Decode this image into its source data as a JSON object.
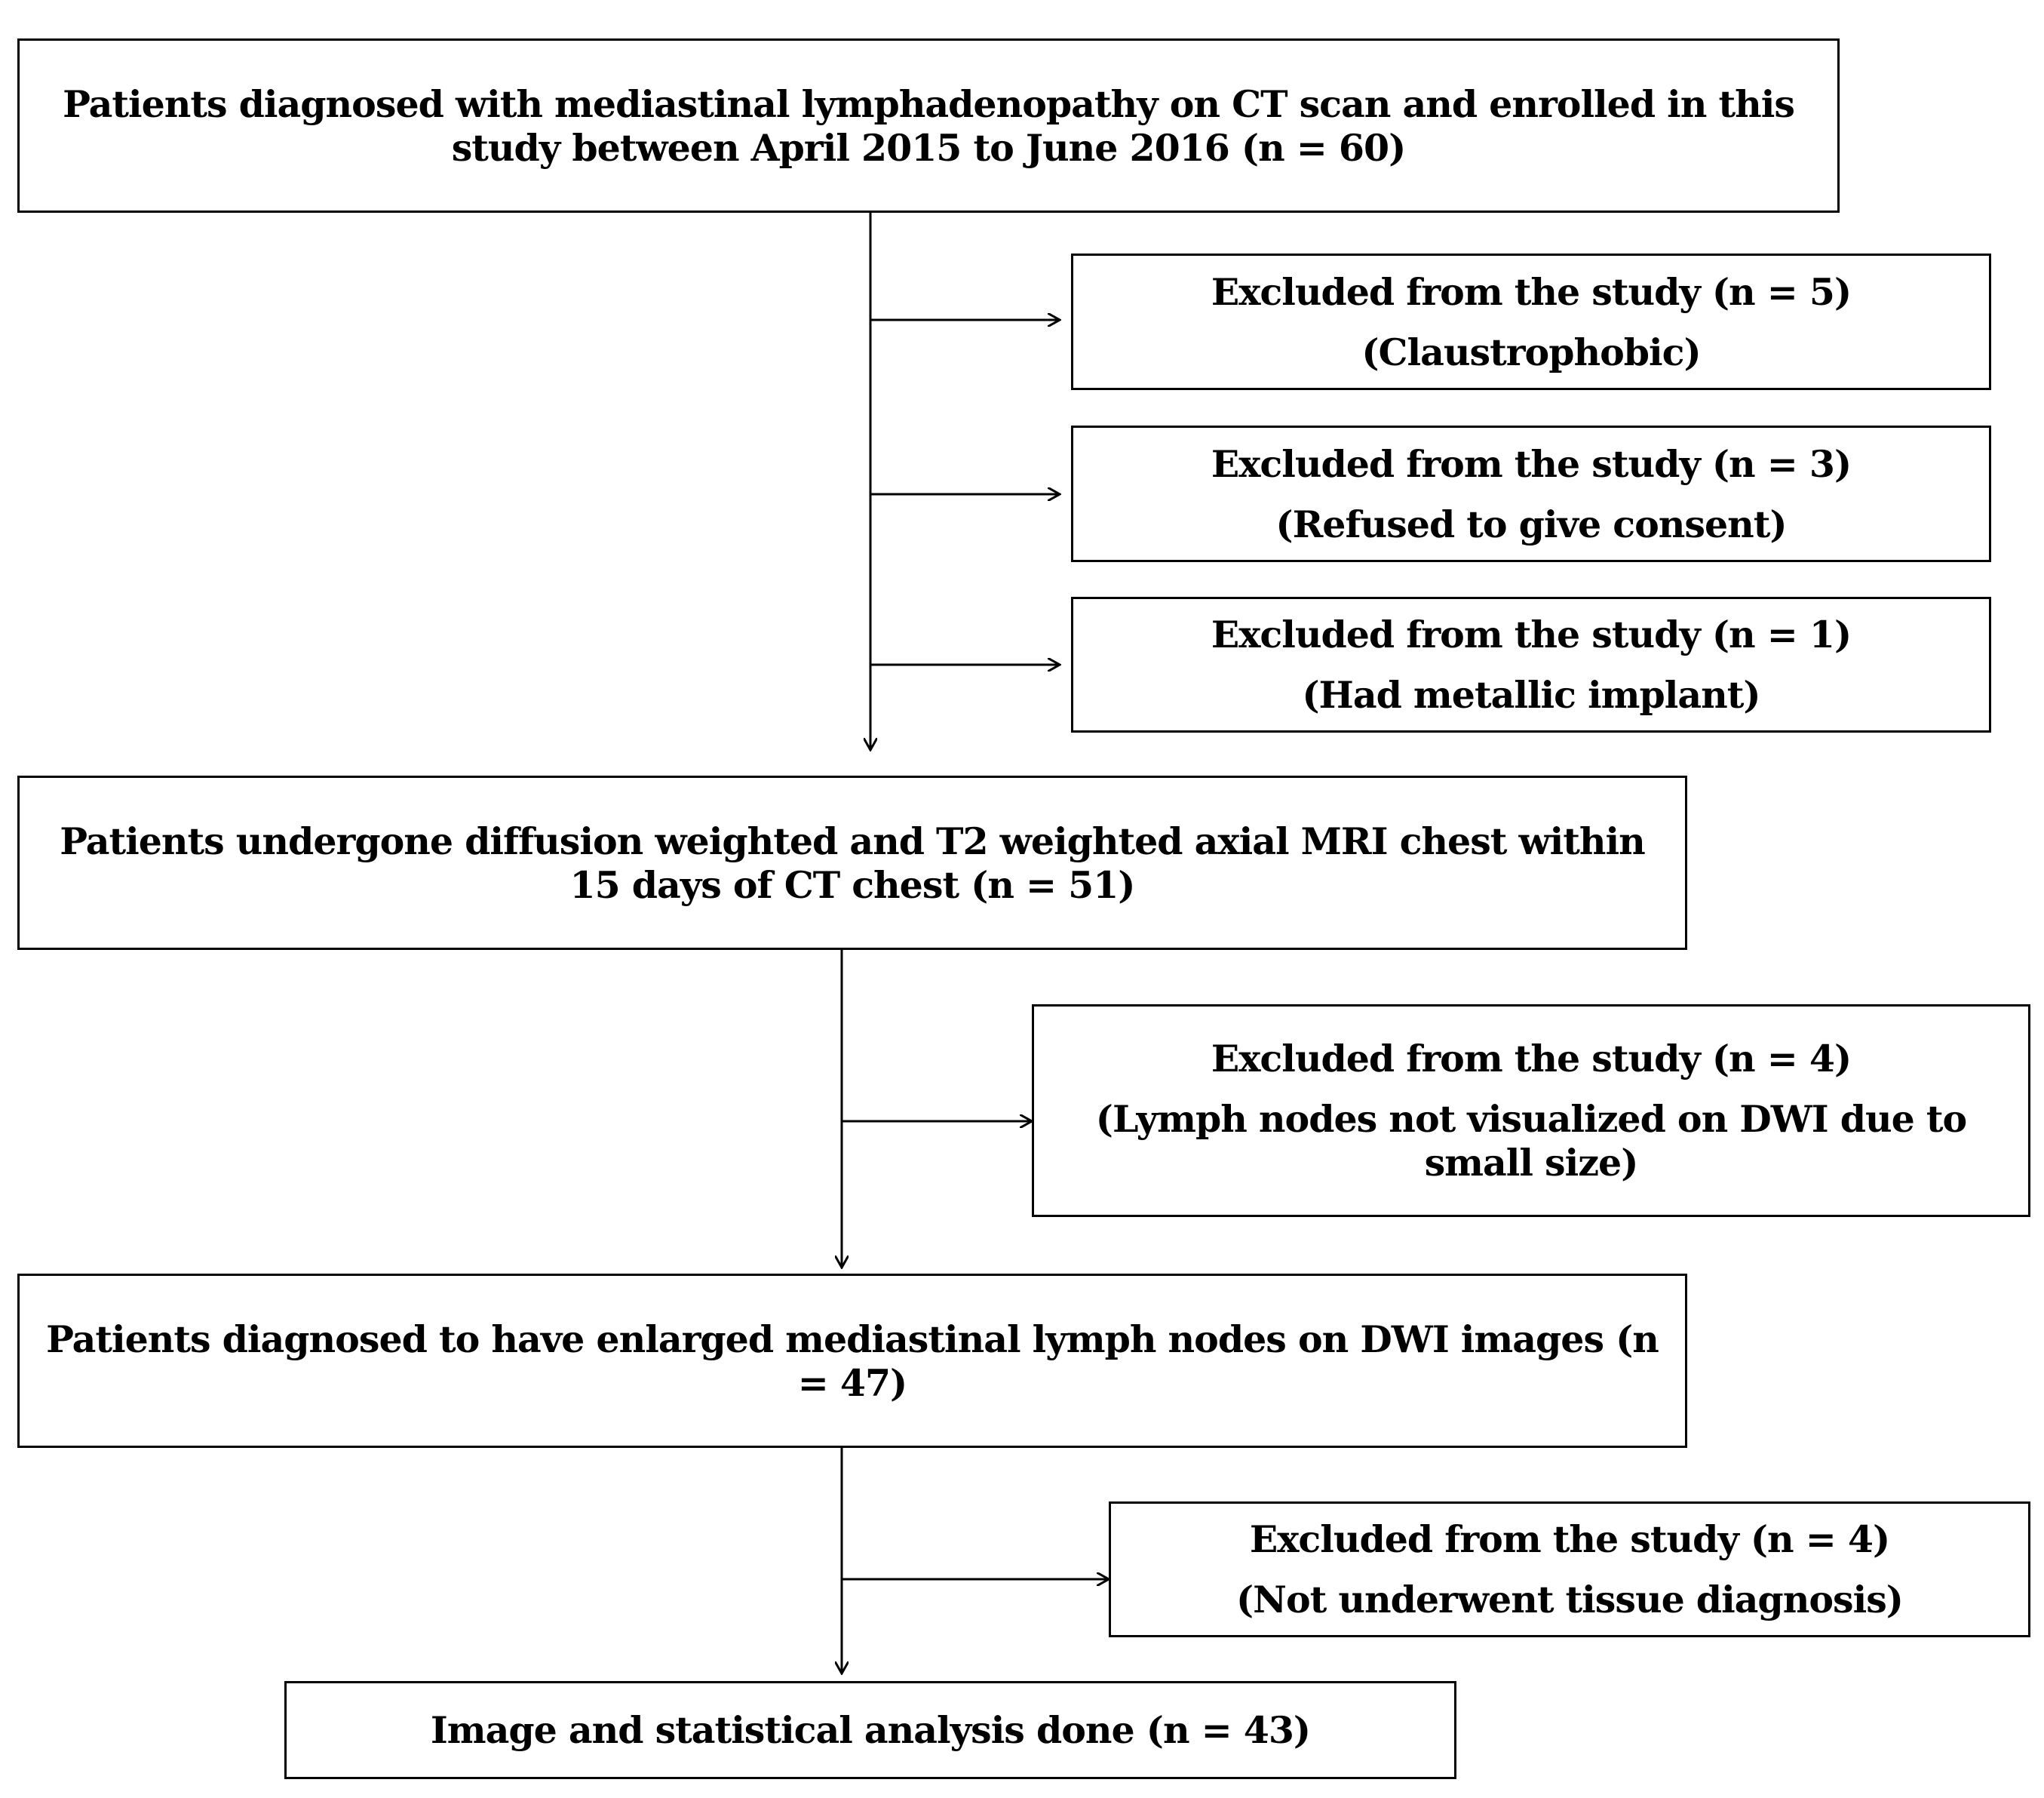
{
  "flowchart": {
    "steps": [
      {
        "text": "Patients diagnosed with mediastinal lymphadenopathy on CT scan and enrolled in this study between April 2015 to June 2016 (n = 60)"
      },
      {
        "text": "Patients undergone diffusion weighted and T2 weighted axial MRI chest within 15 days of CT chest (n = 51)"
      },
      {
        "text": "Patients diagnosed to have enlarged mediastinal lymph nodes on DWI images (n = 47)"
      },
      {
        "text": "Image and statistical analysis done (n = 43)"
      }
    ],
    "exclusions": [
      {
        "title": "Excluded from the study (n = 5)",
        "reason": "(Claustrophobic)"
      },
      {
        "title": "Excluded from the study (n = 3)",
        "reason": "(Refused to give consent)"
      },
      {
        "title": "Excluded from the study (n = 1)",
        "reason": "(Had metallic implant)"
      },
      {
        "title": "Excluded from the study (n = 4)",
        "reason": "(Lymph nodes not visualized on DWI due to small size)"
      },
      {
        "title": "Excluded from the study (n = 4)",
        "reason": "(Not underwent tissue diagnosis)"
      }
    ]
  }
}
